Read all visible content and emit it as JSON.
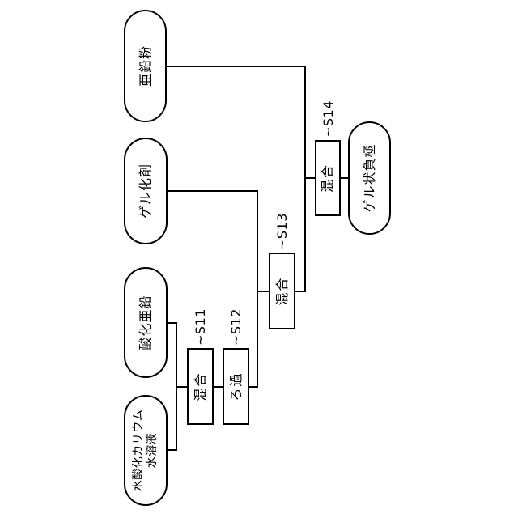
{
  "colors": {
    "background": "#ffffff",
    "line": "#000000",
    "text": "#000000"
  },
  "flow": {
    "inputs": [
      {
        "line1": "水酸化カリウム",
        "line2": "水溶液"
      },
      {
        "label": "酸化亜鉛"
      },
      {
        "label": "ゲル化剤"
      },
      {
        "label": "亜鉛粉"
      }
    ],
    "steps": [
      {
        "ref": "~S11",
        "label": "混合"
      },
      {
        "ref": "~S12",
        "label": "ろ過"
      },
      {
        "ref": "~S13",
        "label": "混合"
      },
      {
        "ref": "~S14",
        "label": "混合"
      }
    ],
    "output": {
      "label": "ゲル状負極"
    }
  }
}
